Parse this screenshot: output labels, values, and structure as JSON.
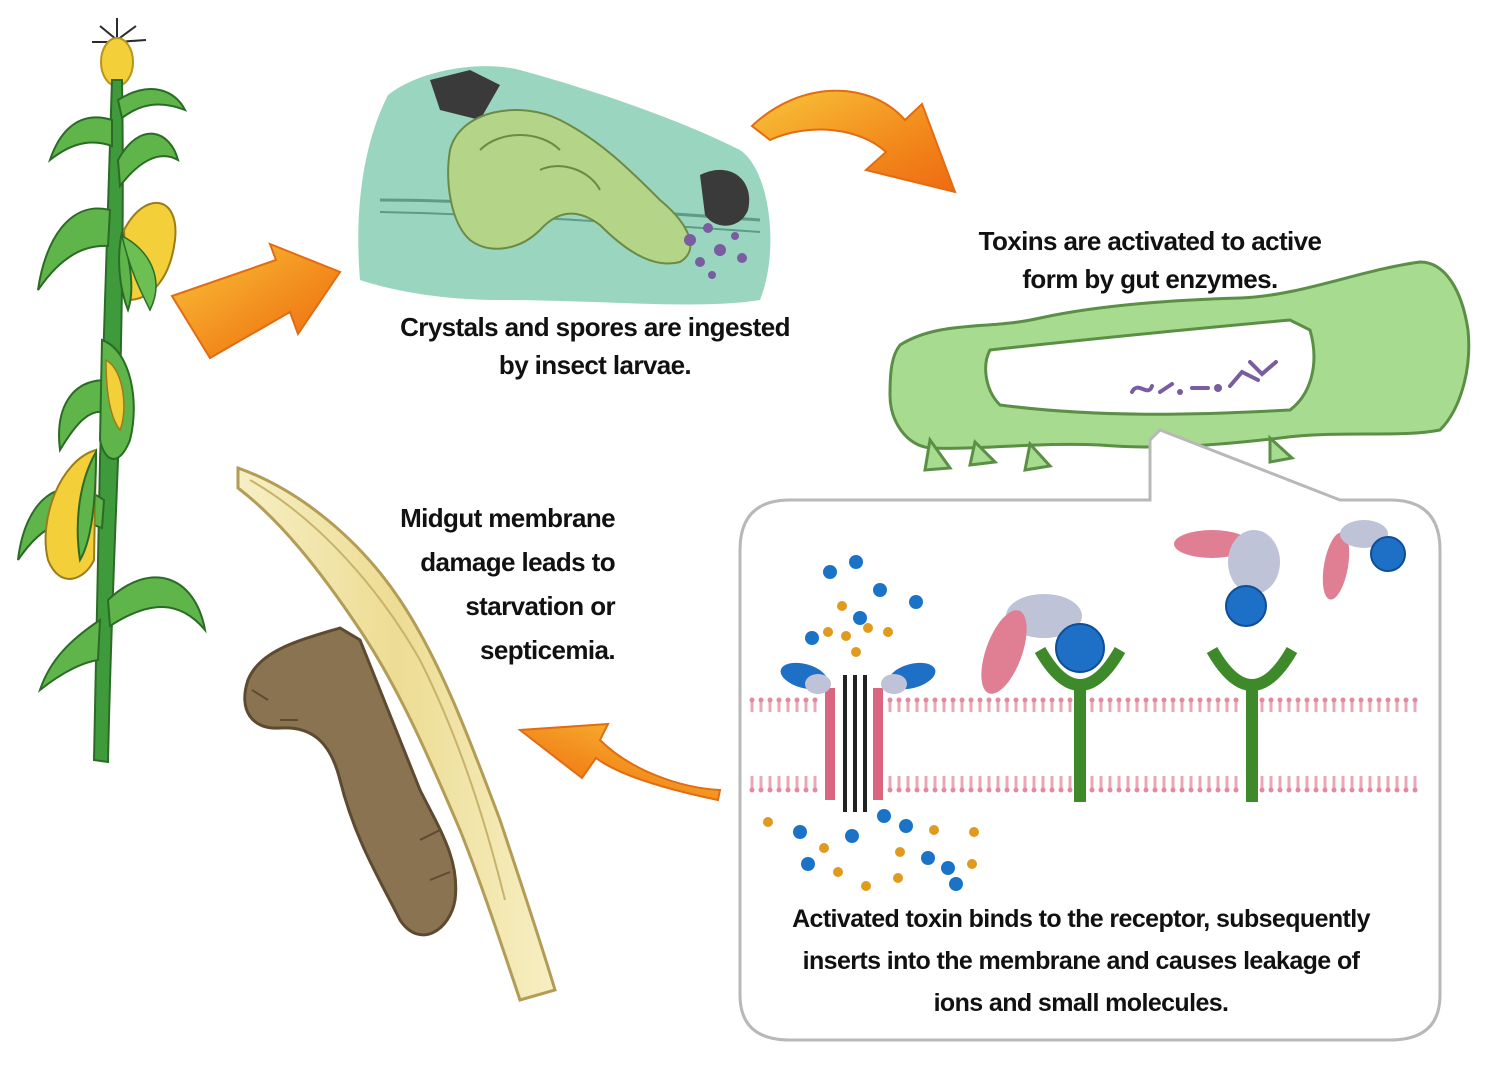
{
  "captions": {
    "ingest": [
      "Crystals and spores are ingested",
      "by insect larvae."
    ],
    "activate": [
      "Toxins are activated to active",
      "form by gut enzymes."
    ],
    "damage": [
      "Midgut membrane",
      "damage leads to",
      "starvation or",
      "septicemia."
    ],
    "bind": [
      "Activated toxin binds to the receptor, subsequently",
      "inserts into the membrane and causes leakage of",
      "ions and small molecules."
    ]
  },
  "colors": {
    "arrow": "#f08a1a",
    "arrow_light": "#f8c033",
    "plant_stem": "#3f9a3c",
    "leaf": "#5fb54a",
    "corn_ear": "#f3cf3a",
    "larva": "#a9d08a",
    "larva_gut_bg": "#8fd1b8",
    "dead_larva": "#8a7350",
    "gut_wall": "#f1e3a7",
    "membrane": "#e7a3b5",
    "receptor": "#3e8a2a",
    "toxin_pink": "#e07f93",
    "toxin_grey": "#bfc3d8",
    "toxin_blue": "#1e6fc6",
    "ion_blue": "#1b73c8",
    "ion_orange": "#e09a1e",
    "callout_border": "#b8b8b8"
  },
  "icons": [
    "corn-plant-icon",
    "larva-eating-icon",
    "larva-gut-icon",
    "dead-larva-icon",
    "membrane-pore-icon",
    "receptor-icon"
  ]
}
